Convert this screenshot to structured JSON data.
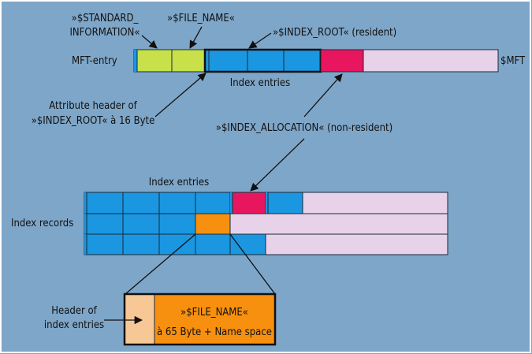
{
  "colors": {
    "background": "#7ea6c8",
    "standard_information": "#c8e04a",
    "index_entry": "#1a97e0",
    "index_allocation": "#e8165e",
    "free_space": "#e8d2ea",
    "file_name": "#f7900f",
    "entry_header": "#f7c795",
    "outline": "#1a2a3a",
    "arrow": "#111111"
  },
  "labels": {
    "standard_information_line1": "»$STANDARD_",
    "standard_information_line2": "INFORMATION«",
    "file_name": "»$FILE_NAME«",
    "index_root": "»$INDEX_ROOT« (resident)",
    "mft_entry": "MFT-entry",
    "mft": "$MFT",
    "index_entries_top": "Index entries",
    "attribute_header_line1": "Attribute header of",
    "attribute_header_line2": "»$INDEX_ROOT« à 16 Byte",
    "index_allocation": "»$INDEX_ALLOCATION« (non-resident)",
    "index_entries_bottom": "Index entries",
    "index_records": "Index records",
    "header_of_entries_line1": "Header of",
    "header_of_entries_line2": "index entries",
    "detail_file_name": "»$FILE_NAME«",
    "detail_size": "à 65 Byte + Name space"
  }
}
